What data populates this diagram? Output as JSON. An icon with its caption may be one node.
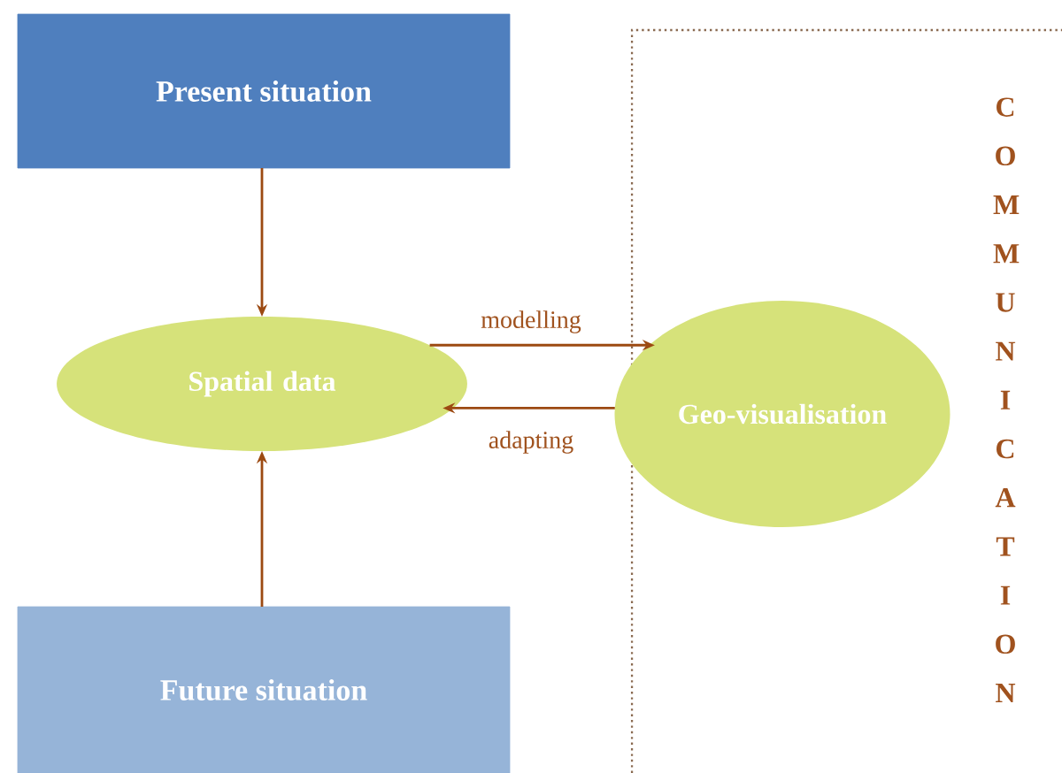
{
  "diagram": {
    "nodes": [
      {
        "text": [
          "Present situation"
        ]
      },
      {
        "text": [
          "Spatial data"
        ]
      },
      {
        "text": [
          "Future situation"
        ]
      },
      {
        "text": [
          "COMMUNICATION"
        ]
      },
      {
        "text": [
          "Geo-visualisation"
        ],
        "in": 3
      }
    ],
    "edges": [
      {
        "from": 0,
        "to": 1,
        "arrow": "to"
      },
      {
        "from": 2,
        "to": 1,
        "arrow": "to"
      },
      {
        "from": 1,
        "to": 4,
        "arrow": "to",
        "label": "modelling"
      },
      {
        "from": 4,
        "to": 1,
        "arrow": "to",
        "label": "adapting"
      }
    ]
  }
}
